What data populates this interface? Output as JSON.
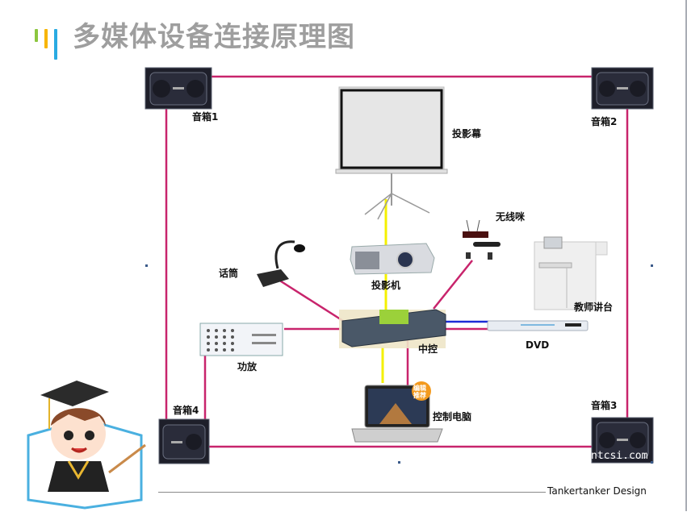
{
  "title": "多媒体设备连接原理图",
  "accent_bars": [
    {
      "name": "green",
      "color": "#8cc63f"
    },
    {
      "name": "yellow",
      "color": "#f7b500"
    },
    {
      "name": "blue",
      "color": "#29abe2"
    }
  ],
  "colors": {
    "audio_cable": "#c8246c",
    "video_cable": "#f4f000",
    "dvd_cable": "#1a2bd6",
    "title_gray": "#9e9e9e"
  },
  "devices": {
    "speaker1": "音箱1",
    "speaker2": "音箱2",
    "speaker3": "音箱3",
    "speaker4": "音箱4",
    "screen": "投影幕",
    "projector": "投影机",
    "wireless_mic": "无线咪",
    "desk_mic": "话筒",
    "podium": "教师讲台",
    "controller": "中控",
    "dvd": "DVD",
    "amplifier": "功放",
    "computer": "控制电脑",
    "editor_badge": "编辑推荐"
  },
  "watermark": "ntcsi.com",
  "footer": "Tankertanker Design"
}
